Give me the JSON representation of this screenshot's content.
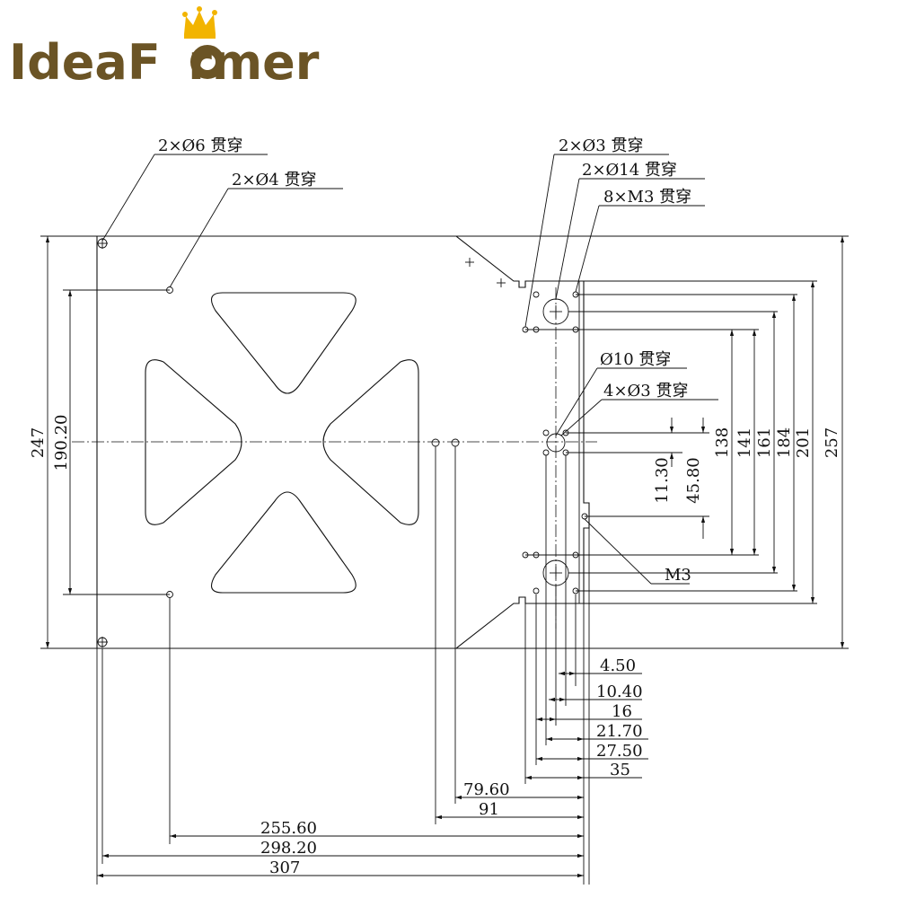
{
  "logo": {
    "text": "IdeaFormer",
    "part1": "Idea",
    "part2": "F",
    "part3": "rmer",
    "color": "#6b5425",
    "crown_color": "#f2b400"
  },
  "callouts": {
    "holes_6": "2×Ø6 贯穿",
    "holes_4": "2×Ø4 贯穿",
    "holes_3": "2×Ø3 贯穿",
    "holes_14": "2×Ø14 贯穿",
    "m3_8": "8×M3 贯穿",
    "hole_10": "Ø10 贯穿",
    "holes_3_4": "4×Ø3 贯穿",
    "m3": "M3"
  },
  "dims_vertical_left": {
    "d247": "247",
    "d190": "190.20"
  },
  "dims_vertical_right": {
    "d257": "257",
    "d201": "201",
    "d184": "184",
    "d161": "161",
    "d141": "141",
    "d138": "138",
    "d45": "45.80",
    "d11": "11.30"
  },
  "dims_horizontal": {
    "d4_50": "4.50",
    "d10_40": "10.40",
    "d16": "16",
    "d21_70": "21.70",
    "d27_50": "27.50",
    "d35": "35",
    "d79_60": "79.60",
    "d91": "91",
    "d255_60": "255.60",
    "d298_20": "298.20",
    "d307": "307"
  },
  "colors": {
    "line": "#111111",
    "background": "#ffffff"
  }
}
